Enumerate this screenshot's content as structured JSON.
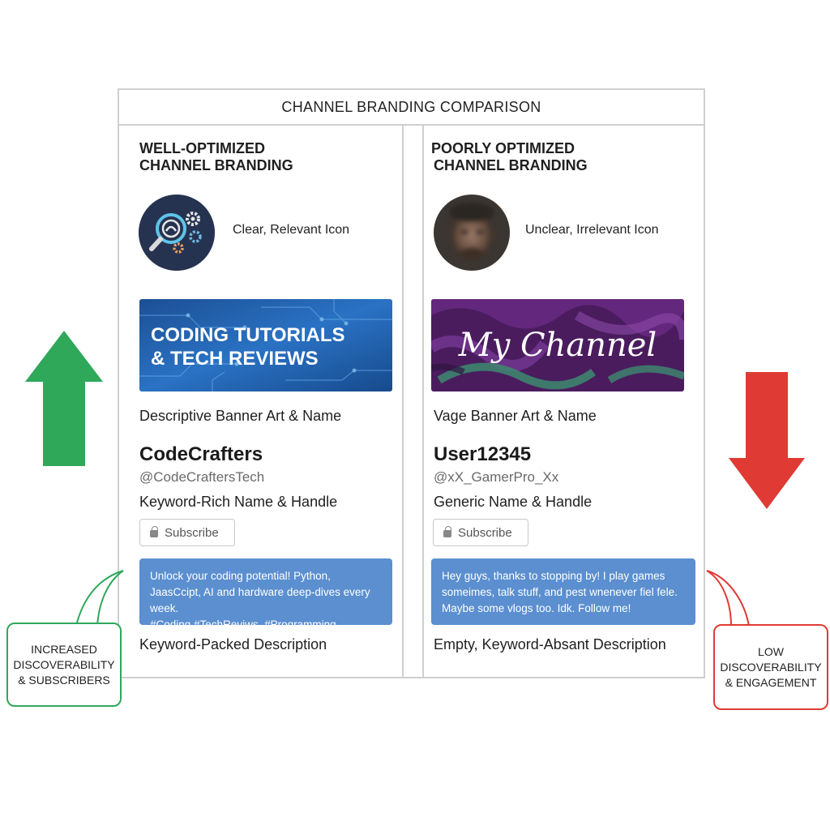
{
  "title": "CHANNEL BRANDING COMPARISON",
  "good": {
    "heading_line1": "WELL-OPTIMIZED",
    "heading_line2": "CHANNEL BRANDING",
    "icon_label": "Clear, Relevant Icon",
    "banner_line1": "CODING TUTORIALS",
    "banner_line2": "& TECH REVIEWS",
    "banner_caption": "Descriptive Banner Art & Name",
    "channel_name": "CodeCrafters",
    "handle": "@CodeCraftersTech",
    "name_caption": "Keyword-Rich Name & Handle",
    "subscribe_label": "Subscribe",
    "description_line1": "Unlock your coding potential! Python,",
    "description_line2": "JaasCcipt, AI and hardware deep-dives every week.",
    "description_line3": "#Coding #TechReviws_#Programming",
    "description_caption": "Keyword-Packed Description",
    "outcome_line1": "INCREASED",
    "outcome_line2": "DISCOVERABILITY",
    "outcome_line3": "& SUBSCRIBERS",
    "avatar_icon": "magnifier-gears-icon",
    "arrow_icon": "arrow-up-icon",
    "accent_color": "#2fa85a"
  },
  "bad": {
    "heading_line1": "POORLY OPTIMIZED",
    "heading_line2": "CHANNEL BRANDING",
    "icon_label": "Unclear, Irrelevant Icon",
    "banner_text": "My Channel",
    "banner_caption": "Vage Banner Art & Name",
    "channel_name": "User12345",
    "handle": "@xX_GamerPro_Xx",
    "name_caption": "Generic Name & Handle",
    "subscribe_label": "Subscribe",
    "description_line1": "Hey guys, thanks to stopping by! I play games",
    "description_line2": "someimes, talk stuff, and pest wnenever fiel fele.",
    "description_line3": "Maybe some vlogs too. Idk. Follow me!",
    "description_caption": "Empty, Keyword-Absant Description",
    "outcome_line1": "LOW",
    "outcome_line2": "DISCOVERABILITY",
    "outcome_line3": "& ENGAGEMENT",
    "avatar_icon": "blurred-face-avatar",
    "arrow_icon": "arrow-down-icon",
    "accent_color": "#e03a34"
  },
  "colors": {
    "description_bg": "#5b8fd0",
    "good_banner": "#1a5fa8",
    "bad_banner": "#4a1c5e",
    "border": "#cfcfcf"
  }
}
